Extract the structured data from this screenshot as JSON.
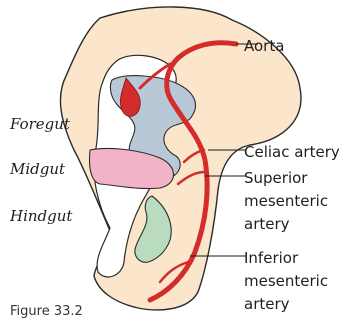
{
  "labels": {
    "aorta": "Aorta",
    "foregut": "Foregut",
    "midgut": "Midgut",
    "hindgut": "Hindgut",
    "celiac": "Celiac artery",
    "superior_1": "Superior",
    "superior_2": "mesenteric",
    "superior_3": "artery",
    "inferior_1": "Inferior",
    "inferior_2": "mesenteric",
    "inferior_3": "artery"
  },
  "caption": "Figure 33.2",
  "colors": {
    "body": "#fbe6cc",
    "outline": "#2b2b2b",
    "artery": "#d42b2b",
    "foregut": "#b9c8d6",
    "midgut": "#f2b2c8",
    "hindgut": "#b9dcc0"
  }
}
